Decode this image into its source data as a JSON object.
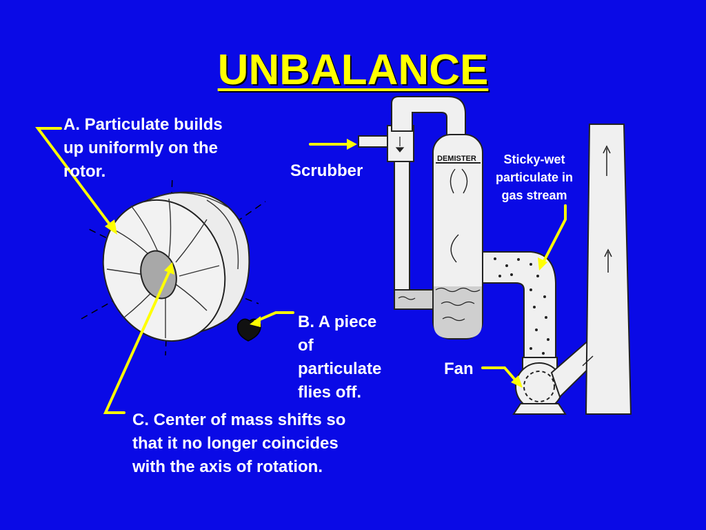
{
  "slide": {
    "title": "UNBALANCE"
  },
  "labels": {
    "a": [
      "A.  Particulate builds",
      "up uniformly on the",
      "rotor."
    ],
    "b": [
      "B.  A piece",
      "of",
      "particulate",
      "flies off."
    ],
    "c": [
      "C.  Center of mass shifts so",
      "that it no longer coincides",
      "with the axis of rotation."
    ],
    "scrubber": "Scrubber",
    "sticky": [
      "Sticky-wet",
      "particulate in",
      "gas stream"
    ],
    "fan": "Fan",
    "demister": "DEMISTER"
  },
  "colors": {
    "background": "#0a0ae6",
    "title": "#ffff00",
    "pointer": "#ffff00",
    "drawing": "#f0f0f0"
  }
}
